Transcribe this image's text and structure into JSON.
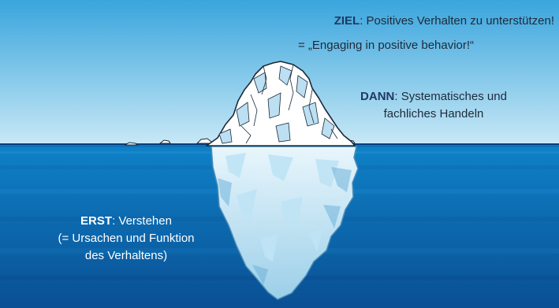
{
  "colors": {
    "sky_top": "#39a5dd",
    "sky_bottom": "#c8e8f6",
    "water_top": "#0f7fc6",
    "water_bottom": "#0a4f93",
    "keyword_dark": "#1f3864",
    "white_text": "#ffffff"
  },
  "labels": {
    "ziel": {
      "keyword": "ZIEL",
      "text": ": Positives Verhalten zu unterstützen!"
    },
    "engaging": "= „Engaging in positive behavior!“",
    "dann": {
      "keyword": "DANN",
      "text": ": Systematisches und",
      "line2": "fachliches Handeln"
    },
    "erst": {
      "keyword": "ERST",
      "text": ":  Verstehen",
      "line2": "(= Ursachen und Funktion",
      "line3": "des Verhaltens)"
    }
  }
}
